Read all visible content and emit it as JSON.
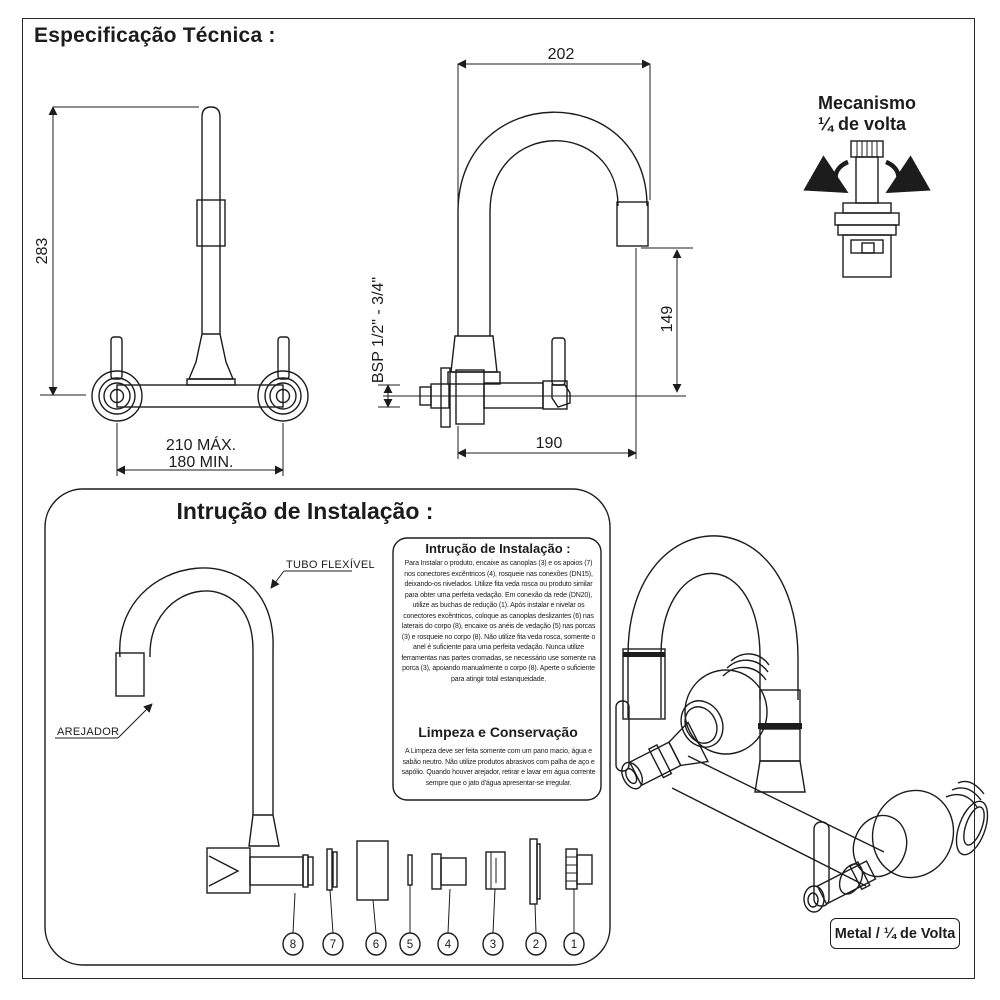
{
  "title": "Especificação Técnica :",
  "front_view": {
    "height": "283",
    "width_max": "210 MÁX.",
    "width_min": "180 MIN."
  },
  "side_view": {
    "width": "202",
    "thread": "BSP 1/2\" - 3/4\"",
    "spout_height": "149",
    "depth": "190"
  },
  "mechanism": {
    "title_line1": "Mecanismo",
    "title_line2": "¼ de volta"
  },
  "installation_box": {
    "title": "Intrução de Instalação :",
    "label_flexible_tube": "TUBO FLEXÍVEL",
    "label_aerator": "AREJADOR",
    "instructions": {
      "heading": "Intrução de Instalação :",
      "body": "Para Instalar o produto, encaixe as canoplas (3) e os apoios (7) nos conectores excêntricos (4), rosqueie nas conexões (DN15), deixando-os nivelados. Utilize fita veda rosca ou produto similar para obter uma perfeita vedação. Em conexão da rede (DN20), utilize as buchas de redução (1). Após instalar e nivelar os conectores excêntricos, coloque as canoplas deslizantes (6) nas laterais do corpo (8), encaixe os anéis de vedação (5) nas porcas (3) e rosqueie no corpo (8). Não utilize fita veda rosca, somente o anel é suficiente para uma perfeita vedação. Nunca utilize ferramentas nas partes cromadas, se necessário use somente na porca (3), apoiando manualmente o corpo (8). Aperte o suficiente para atingir total estanqueidade."
    },
    "cleaning": {
      "heading": "Limpeza e Conservação",
      "body": "A Limpeza deve ser feita somente com um pano macio, água e sabão neutro. Não utilize produtos abrasivos com palha de aço e sapólio. Quando houver arejador, retirar e lavar em água corrente sempre que o jato d'água apresentar-se irregular."
    },
    "parts": [
      "8",
      "7",
      "6",
      "5",
      "4",
      "3",
      "2",
      "1"
    ]
  },
  "isometric": {
    "badge": "Metal / ¼ de Volta"
  },
  "colors": {
    "line": "#1c1c1c",
    "background": "#ffffff"
  }
}
